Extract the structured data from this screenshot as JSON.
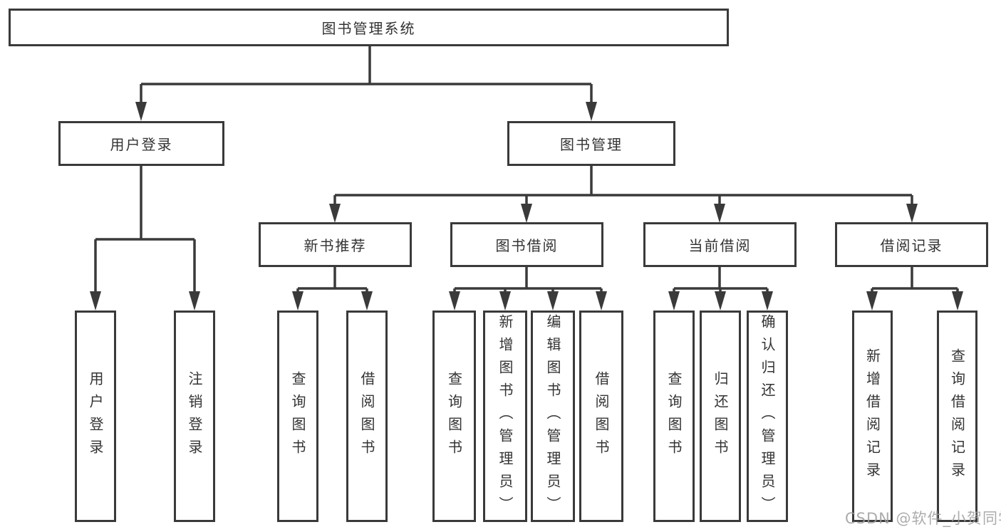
{
  "diagram": {
    "title": "图书管理系统",
    "colors": {
      "line": "#3a3a3a",
      "text": "#333333",
      "box_fill": "#ffffff",
      "watermark": "#9e9e9e"
    },
    "root": {
      "label": "图书管理系统"
    },
    "level2": [
      {
        "label": "用户登录"
      },
      {
        "label": "图书管理"
      }
    ],
    "level3": [
      {
        "label": "新书推荐",
        "parent": "图书管理"
      },
      {
        "label": "图书借阅",
        "parent": "图书管理"
      },
      {
        "label": "当前借阅",
        "parent": "图书管理"
      },
      {
        "label": "借阅记录",
        "parent": "图书管理"
      }
    ],
    "leaves": [
      {
        "label": "用户登录",
        "parent": "用户登录"
      },
      {
        "label": "注销登录",
        "parent": "用户登录"
      },
      {
        "label": "查询图书",
        "parent": "新书推荐"
      },
      {
        "label": "借阅图书",
        "parent": "新书推荐"
      },
      {
        "label": "查询图书",
        "parent": "图书借阅"
      },
      {
        "label": "新增图书（管理员）",
        "parent": "图书借阅"
      },
      {
        "label": "编辑图书（管理员）",
        "parent": "图书借阅"
      },
      {
        "label": "借阅图书",
        "parent": "图书借阅"
      },
      {
        "label": "查询图书",
        "parent": "当前借阅"
      },
      {
        "label": "归还图书",
        "parent": "当前借阅"
      },
      {
        "label": "确认归还（管理员）",
        "parent": "当前借阅"
      },
      {
        "label": "新增借阅记录",
        "parent": "借阅记录"
      },
      {
        "label": "查询借阅记录",
        "parent": "借阅记录"
      }
    ],
    "watermark": "CSDN @软件_小贺同学"
  }
}
